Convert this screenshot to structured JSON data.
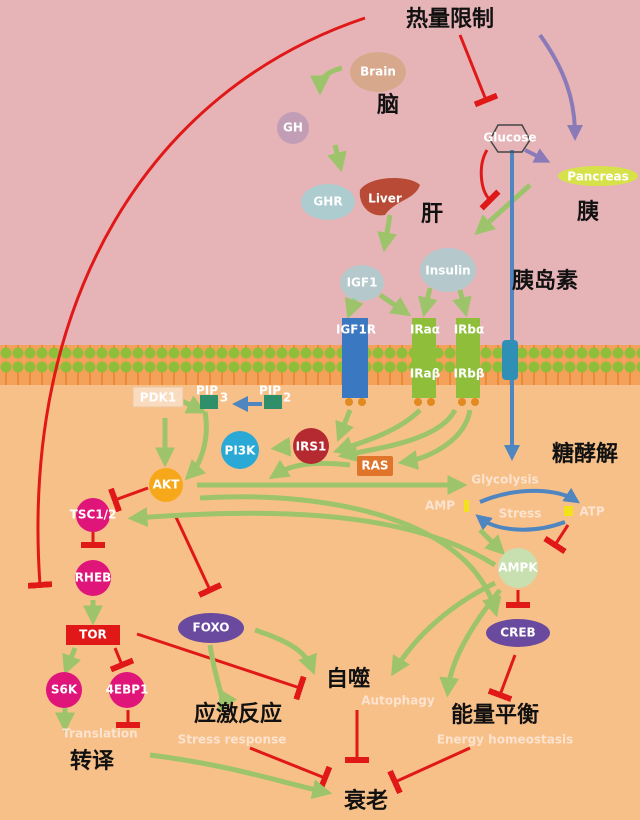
{
  "title_zh": "热量限制",
  "colors": {
    "upper_bg": "#e6b4b6",
    "lower_bg": "#f8c089",
    "activation": "#9dc46a",
    "inhibition": "#e01818",
    "membrane": "#8fbf3a"
  },
  "nodes": {
    "brain": "Brain",
    "brain_zh": "脑",
    "gh": "GH",
    "ghr": "GHR",
    "liver": "Liver",
    "liver_zh": "肝",
    "glucose": "Glucose",
    "pancreas": "Pancreas",
    "pancreas_zh": "胰",
    "insulin": "Insulin",
    "insulin_zh": "胰岛素",
    "igf1": "IGF1",
    "igf1r": "IGF1R",
    "ira_alpha": "IRaα",
    "irb_alpha": "IRbα",
    "ira_beta": "IRaβ",
    "irb_beta": "IRbβ",
    "pip3": "PIP",
    "pip3_sub": "3",
    "pip2": "PIP",
    "pip2_sub": "2",
    "pdk1": "PDK1",
    "pi3k": "PI3K",
    "irs1": "IRS1",
    "ras": "RAS",
    "akt": "AKT",
    "tsc": "TSC1/2",
    "rheb": "RHEB",
    "tor": "TOR",
    "s6k": "S6K",
    "4ebp1": "4EBP1",
    "foxo": "FOXO",
    "ampk": "AMPK",
    "creb": "CREB",
    "glycolysis": "Glycolysis",
    "glycolysis_zh": "糖酵解",
    "amp": "AMP",
    "atp": "ATP",
    "stress": "Stress"
  },
  "outcomes": {
    "autophagy": "Autophagy",
    "autophagy_zh": "自噬",
    "stress_response": "Stress response",
    "stress_response_zh": "应激反应",
    "energy": "Energy homeostasis",
    "energy_zh": "能量平衡",
    "translation": "Translation",
    "translation_zh": "转译",
    "aging_zh": "衰老"
  }
}
